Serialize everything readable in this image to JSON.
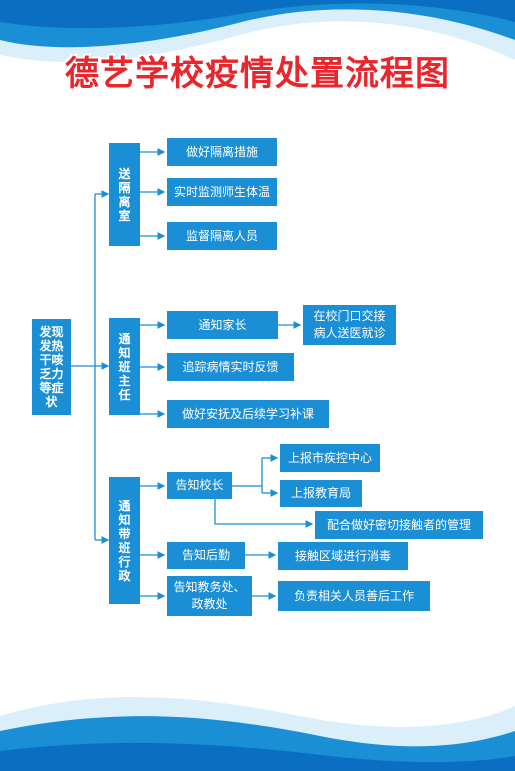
{
  "title": "德艺学校疫情处置流程图",
  "colors": {
    "box": "#1b8fd6",
    "line": "#1b8fd6",
    "title": "#e8262d",
    "wave": "#0a6fc2"
  },
  "start": "发现发热干咳乏力等症状",
  "branches": [
    {
      "label": "送隔离室",
      "items": [
        "做好隔离措施",
        "实时监测师生体温",
        "监督隔离人员"
      ]
    },
    {
      "label": "通知班主任",
      "items": [
        "通知家长",
        "追踪病情实时反馈",
        "做好安抚及后续学习补课"
      ],
      "sub": "在校门口交接\n病人送医就诊"
    },
    {
      "label": "通知带班行政",
      "items": [
        "告知校长",
        "告知后勤",
        "告知教务处、\n政教处"
      ],
      "principal_actions": [
        "上报市疾控中心",
        "上报教育局",
        "配合做好密切接触者的管理"
      ],
      "logistics_action": "接触区域进行消毒",
      "academic_action": "负责相关人员善后工作"
    }
  ]
}
